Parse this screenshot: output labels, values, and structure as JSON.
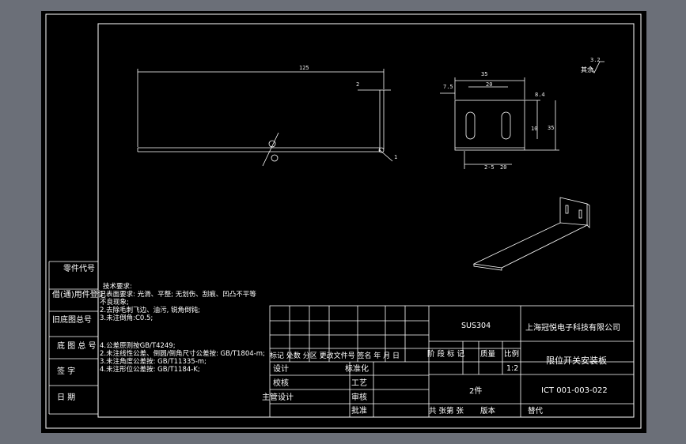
{
  "sidebar": {
    "labels": [
      "零件代号",
      "借(通)用件登记",
      "旧底图总号",
      "底 图 总 号",
      "签    字",
      "日    期"
    ]
  },
  "technical_requirements": {
    "lines": [
      "技术要求:",
      "1.表面要求: 光滑、平整; 无划伤、刮痕、凹凸不平等",
      "   不良现象;",
      "2.去除毛刺飞边、油污, 锐角倒钝;",
      "3.未注倒角:C0.5;",
      "",
      "4.公差原则按GB/T4249;",
      "2.未注线性公差、倒圆/倒角尺寸公差按: GB/T1804-m;",
      "3.未注角度公差按: GB/T11335-m;",
      "4.未注形位公差按: GB/T1184-K;"
    ]
  },
  "title_block": {
    "material": "SUS304",
    "company": "上海冠悦电子科技有限公司",
    "part_name": "限位开关安装板",
    "drawing_no": "ICT 001-003-022",
    "quantity": "2件",
    "scale": "1:2",
    "stage_header": "阶 段 标 记",
    "mass_header": "质量",
    "scale_header": "比例",
    "revision_header": "标记 处数  分区 更改文件号 签名 年 月 日",
    "design": "设计",
    "standardize": "标准化",
    "check": "校核",
    "process": "工艺",
    "chief_design": "主管设计",
    "review": "审核",
    "approve": "批准",
    "sheets": "共   张第   张",
    "version": "版本",
    "replace": "替代"
  },
  "roughness": {
    "value": "3.2",
    "note": "其余"
  },
  "dimensions": {
    "length": "125",
    "thickness": "2",
    "width": "35",
    "slot_center": "20",
    "edge": "7.5",
    "slot_offset": "8.4",
    "slot_len": "10",
    "height": "35",
    "bend": "2-5",
    "slot_pitch": "20",
    "thick_label": "1"
  }
}
